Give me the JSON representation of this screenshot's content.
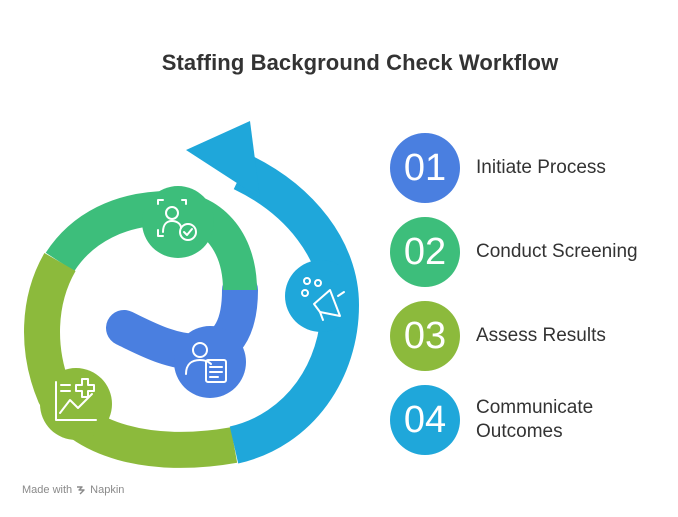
{
  "title": "Staffing Background Check Workflow",
  "colors": {
    "step1": "#4A7FE0",
    "step2": "#3DBE7B",
    "step3": "#8CBA3C",
    "step4": "#1FA7DA",
    "text": "#333333"
  },
  "steps": [
    {
      "number": "01",
      "label": "Initiate Process",
      "icon": "person-document-icon"
    },
    {
      "number": "02",
      "label": "Conduct Screening",
      "icon": "id-check-icon"
    },
    {
      "number": "03",
      "label": "Assess Results",
      "icon": "chart-plus-icon"
    },
    {
      "number": "04",
      "label": "Communicate Outcomes",
      "icon": "megaphone-icon"
    }
  ],
  "watermark": {
    "prefix": "Made with",
    "brand": "Napkin"
  }
}
